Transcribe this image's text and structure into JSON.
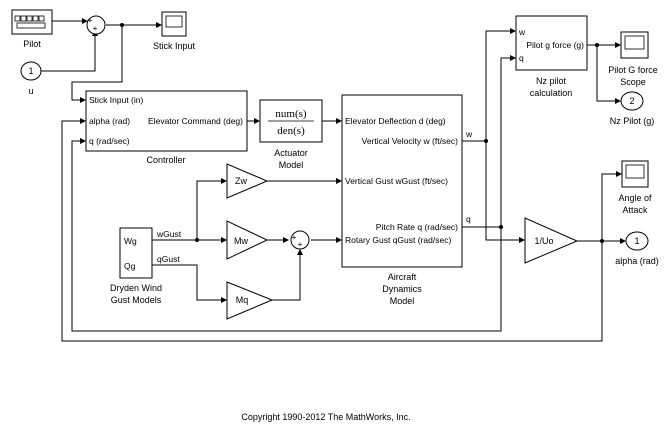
{
  "blocks": {
    "pilot": {
      "label": "Pilot"
    },
    "u_inport": {
      "number": "1",
      "label": "u"
    },
    "stick_input_scope": {
      "label": "Stick Input"
    },
    "controller": {
      "label": "Controller",
      "ports_in": [
        "Stick Input (in)",
        "alpha (rad)",
        "q (rad/sec)"
      ],
      "port_out": "Elevator Command (deg)"
    },
    "actuator": {
      "numerator": "num(s)",
      "denominator": "den(s)",
      "label_line1": "Actuator",
      "label_line2": "Model"
    },
    "aircraft": {
      "ports_in": [
        "Elevator Deflection d (deg)",
        "Vertical Gust wGust (ft/sec)",
        "Rotary Gust qGust (rad/sec)"
      ],
      "ports_out": [
        "Vertical Velocity w (ft/sec)",
        "Pitch Rate q (rad/sec)"
      ],
      "label_line1": "Aircraft",
      "label_line2": "Dynamics",
      "label_line3": "Model"
    },
    "dryden": {
      "out1": "Wg",
      "out2": "Qg",
      "label_line1": "Dryden Wind",
      "label_line2": "Gust Models"
    },
    "zw": {
      "label": "Zw"
    },
    "mw": {
      "label": "Mw"
    },
    "mq": {
      "label": "Mq"
    },
    "nz_pilot_calc": {
      "in1": "w",
      "in2": "q",
      "out": "Pilot g force (g)",
      "label_line1": "Nz pilot",
      "label_line2": "calculation"
    },
    "pilot_g_scope": {
      "label_line1": "Pilot G force",
      "label_line2": "Scope"
    },
    "nz_outport": {
      "number": "2",
      "label": "Nz Pilot (g)"
    },
    "gain_uo": {
      "label": "1/Uo"
    },
    "aoa_scope": {
      "label_line1": "Angle of",
      "label_line2": "Attack"
    },
    "alpha_outport": {
      "number": "1",
      "label": "alpha (rad)"
    }
  },
  "signals": {
    "wgust": "wGust",
    "qgust": "qGust",
    "w": "w",
    "q": "q"
  },
  "copyright": "Copyright 1990-2012 The MathWorks, Inc."
}
